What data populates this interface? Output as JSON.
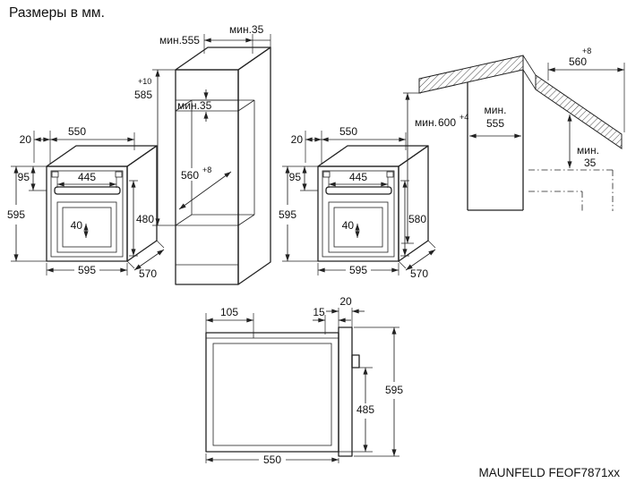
{
  "title": "Размеры в мм.",
  "model": "MAUNFELD FEOF7871xx",
  "oven_left": {
    "top_offset": "20",
    "top_width": "550",
    "panel_height": "95",
    "height": "595",
    "door_width": "445",
    "door_offset": "40",
    "inner_height": "480",
    "bottom_width": "595",
    "depth": "570"
  },
  "column_cabinet": {
    "min_depth": "мин.555",
    "min_back_gap": "мин.35",
    "niche_height_tol": "+10",
    "niche_height": "585",
    "min_vent_gap": "мин.35",
    "niche_depth": "560",
    "niche_depth_tol": "+8"
  },
  "oven_right": {
    "top_offset": "20",
    "top_width": "550",
    "panel_height": "95",
    "height": "595",
    "door_width": "445",
    "door_offset": "40",
    "inner_height": "580",
    "bottom_width": "595",
    "depth": "570"
  },
  "base_cabinet": {
    "depth_tol": "+8",
    "depth": "560",
    "height_min": "мин.",
    "height": "600",
    "height_tol": "+4",
    "niche_min": "мин.",
    "niche_depth": "555",
    "gap_min": "мин.",
    "gap": "35"
  },
  "side_view": {
    "top_inset": "105",
    "front_gap": "15",
    "door_thickness": "20",
    "height": "595",
    "inner_height": "485",
    "depth": "550"
  }
}
